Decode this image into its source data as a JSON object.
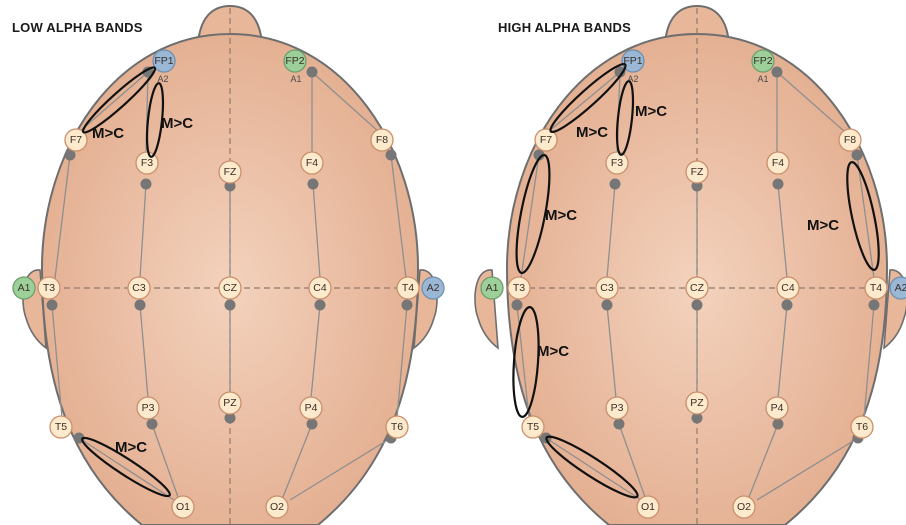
{
  "panels": [
    {
      "title": "LOW ALPHA BANDS",
      "annotations": [
        "M>C",
        "M>C",
        "M>C"
      ]
    },
    {
      "title": "HIGH ALPHA BANDS",
      "annotations": [
        "M>C",
        "M>C",
        "M>C",
        "M>C",
        "M>C"
      ]
    }
  ],
  "electrodes": {
    "FP1": "FP1",
    "FP2": "FP2",
    "F7": "F7",
    "F3": "F3",
    "FZ": "FZ",
    "F4": "F4",
    "F8": "F8",
    "A1": "A1",
    "T3": "T3",
    "C3": "C3",
    "CZ": "CZ",
    "C4": "C4",
    "T4": "T4",
    "A2": "A2",
    "T5": "T5",
    "P3": "P3",
    "PZ": "PZ",
    "P4": "P4",
    "T6": "T6",
    "O1": "O1",
    "O2": "O2"
  },
  "reference_tags": [
    "A2",
    "A1"
  ],
  "colors": {
    "skin": "#eab99c",
    "node": "#fde9cc",
    "blue_node": "#9ab8d6",
    "green_node": "#9ccf9a",
    "highlight": "#111111"
  }
}
